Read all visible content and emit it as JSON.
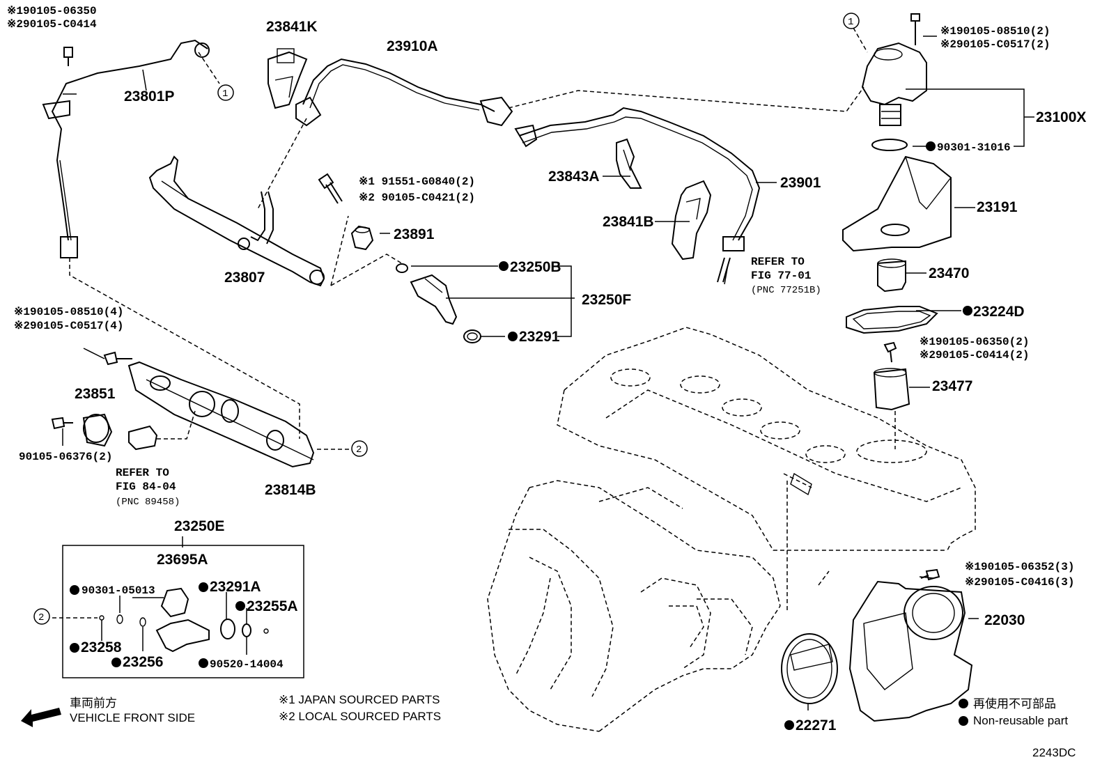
{
  "diagram": {
    "figure_code": "2243DC",
    "labels": {
      "p_23801P": "23801P",
      "p_23841K": "23841K",
      "p_23910A": "23910A",
      "p_23807": "23807",
      "p_23891": "23891",
      "p_23250B": "23250B",
      "p_23250F": "23250F",
      "p_23291": "23291",
      "p_23843A": "23843A",
      "p_23841B": "23841B",
      "p_23901": "23901",
      "p_23100X": "23100X",
      "p_90301_31016": "90301-31016",
      "p_23191": "23191",
      "p_23470": "23470",
      "p_23224D": "23224D",
      "p_23477": "23477",
      "p_23851": "23851",
      "p_90105_06376": "90105-06376(2)",
      "p_23814B": "23814B",
      "p_23250E": "23250E",
      "p_23695A": "23695A",
      "p_90301_05013": "90301-05013",
      "p_23291A": "23291A",
      "p_23255A": "23255A",
      "p_23258": "23258",
      "p_23256": "23256",
      "p_90520_14004": "90520-14004",
      "p_22030": "22030",
      "p_22271": "22271"
    },
    "bolt_notes": {
      "tl_1": "※190105-06350",
      "tl_2": "※290105-C0414",
      "bolt_rail_1": "※1 91551-G0840(2)",
      "bolt_rail_2": "※2 90105-C0421(2)",
      "pump_1": "※190105-08510(2)",
      "pump_2": "※290105-C0517(2)",
      "deliv_1": "※190105-08510(4)",
      "deliv_2": "※290105-C0517(4)",
      "base_1": "※190105-06350(2)",
      "base_2": "※290105-C0414(2)",
      "throttle_1": "※190105-06352(3)",
      "throttle_2": "※290105-C0416(3)"
    },
    "refers": {
      "r1_line1": "REFER TO",
      "r1_line2": "FIG 77-01",
      "r1_line3": "(PNC 77251B)",
      "r2_line1": "REFER TO",
      "r2_line2": "FIG 84-04",
      "r2_line3": "(PNC 89458)"
    },
    "callouts": {
      "c1": "1",
      "c2": "2"
    },
    "legend": {
      "front_jp": "車両前方",
      "front_en": "VEHICLE FRONT SIDE",
      "note1": "※1 JAPAN SOURCED PARTS",
      "note2": "※2 LOCAL SOURCED PARTS",
      "nonreuse_jp": "再使用不可部品",
      "nonreuse_en": "Non-reusable part"
    }
  }
}
